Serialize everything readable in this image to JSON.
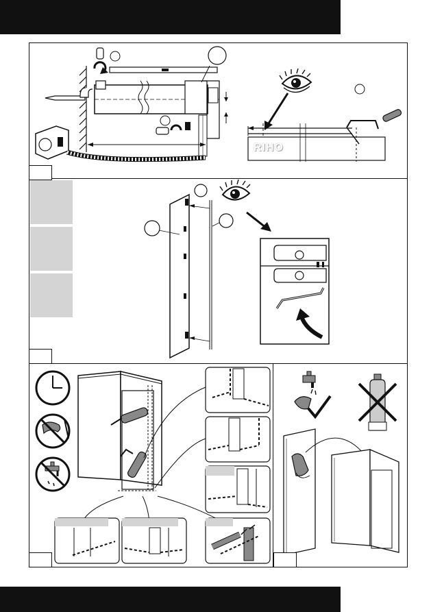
{
  "brand_label": "RIHO",
  "steps": [
    {
      "id": "step-1"
    },
    {
      "id": "step-2"
    },
    {
      "id": "step-3"
    },
    {
      "id": "step-4"
    }
  ],
  "icons": [
    "clock-icon",
    "no-shower-icon",
    "no-water-icon",
    "eye-icon",
    "measuring-tape-icon",
    "saw-icon",
    "silicone-gun-icon",
    "tap-water-icon",
    "checkmark-icon",
    "cleaner-bottle-crossed-icon",
    "cloth-icon"
  ]
}
